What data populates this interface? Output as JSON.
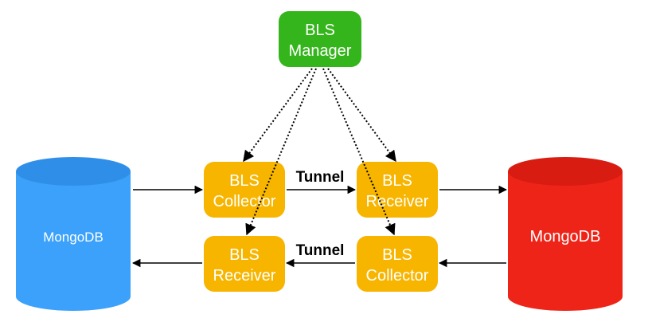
{
  "diagram": {
    "manager": {
      "line1": "BLS",
      "line2": "Manager"
    },
    "collector_top": {
      "line1": "BLS",
      "line2": "Collector"
    },
    "receiver_top": {
      "line1": "BLS",
      "line2": "Receiver"
    },
    "receiver_bottom": {
      "line1": "BLS",
      "line2": "Receiver"
    },
    "collector_bottom": {
      "line1": "BLS",
      "line2": "Collector"
    },
    "tunnel_top": "Tunnel",
    "tunnel_bottom": "Tunnel",
    "db_left": "MongoDB",
    "db_right": "MongoDB"
  },
  "colors": {
    "manager": "#35b51c",
    "bls_node": "#f7b500",
    "db_left": "#3ba1fb",
    "db_left_top": "#2f8fe8",
    "db_right": "#ee2418",
    "db_right_top": "#d81c12",
    "arrow": "#000000"
  }
}
